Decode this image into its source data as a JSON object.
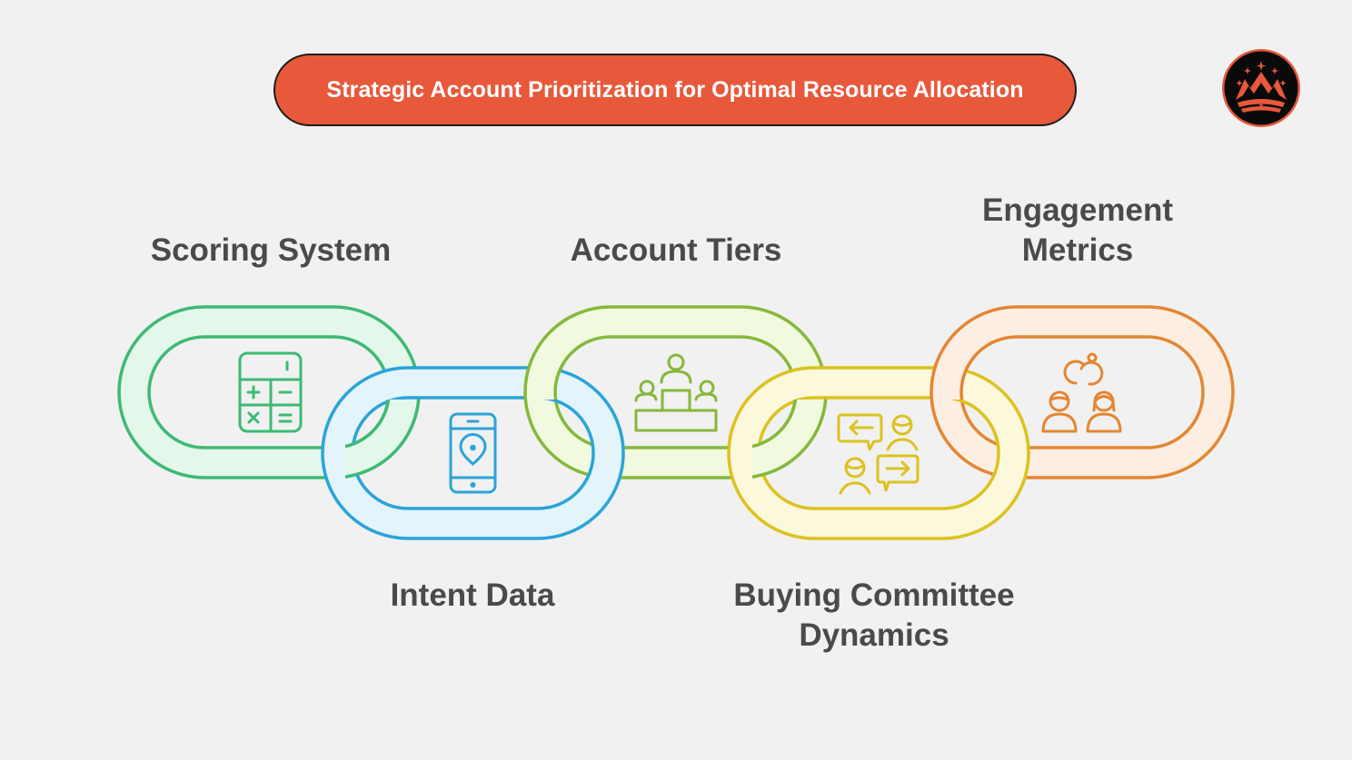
{
  "header": {
    "title": "Strategic Account Prioritization for Optimal Resource Allocation",
    "title_bg_color": "#e8583b",
    "logo_icon": "crown-mountain-logo-icon"
  },
  "chain": {
    "links": [
      {
        "label": "Scoring System",
        "icon": "calculator-icon",
        "stroke_color": "#3dba75",
        "fill_color": "#e3f7ea",
        "position": "top"
      },
      {
        "label": "Intent Data",
        "icon": "phone-location-icon",
        "stroke_color": "#2aa4d8",
        "fill_color": "#e3f4fb",
        "position": "bottom"
      },
      {
        "label": "Account Tiers",
        "icon": "podium-people-icon",
        "stroke_color": "#86b83a",
        "fill_color": "#f1f9df",
        "position": "top"
      },
      {
        "label": "Buying Committee Dynamics",
        "label_lines": [
          "Buying Committee",
          "Dynamics"
        ],
        "icon": "conversation-icon",
        "stroke_color": "#dcc21e",
        "fill_color": "#fcf8dc",
        "position": "bottom"
      },
      {
        "label": "Engagement Metrics",
        "label_lines": [
          "Engagement",
          "Metrics"
        ],
        "icon": "linked-people-icon",
        "stroke_color": "#e48632",
        "fill_color": "#fdeee3",
        "position": "top"
      }
    ]
  }
}
